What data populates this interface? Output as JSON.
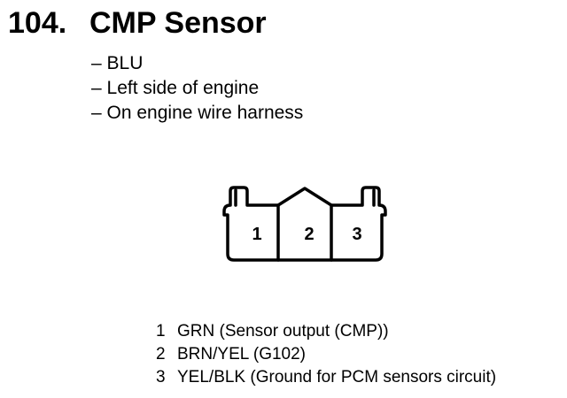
{
  "header": {
    "number": "104.",
    "title": "CMP Sensor"
  },
  "bullets": [
    "– BLU",
    "– Left side of engine",
    "– On engine wire harness"
  ],
  "connector": {
    "cavities": [
      "1",
      "2",
      "3"
    ]
  },
  "pins": [
    {
      "number": "1",
      "description": "GRN (Sensor output (CMP))"
    },
    {
      "number": "2",
      "description": "BRN/YEL (G102)"
    },
    {
      "number": "3",
      "description": "YEL/BLK (Ground for PCM sensors circuit)"
    }
  ]
}
